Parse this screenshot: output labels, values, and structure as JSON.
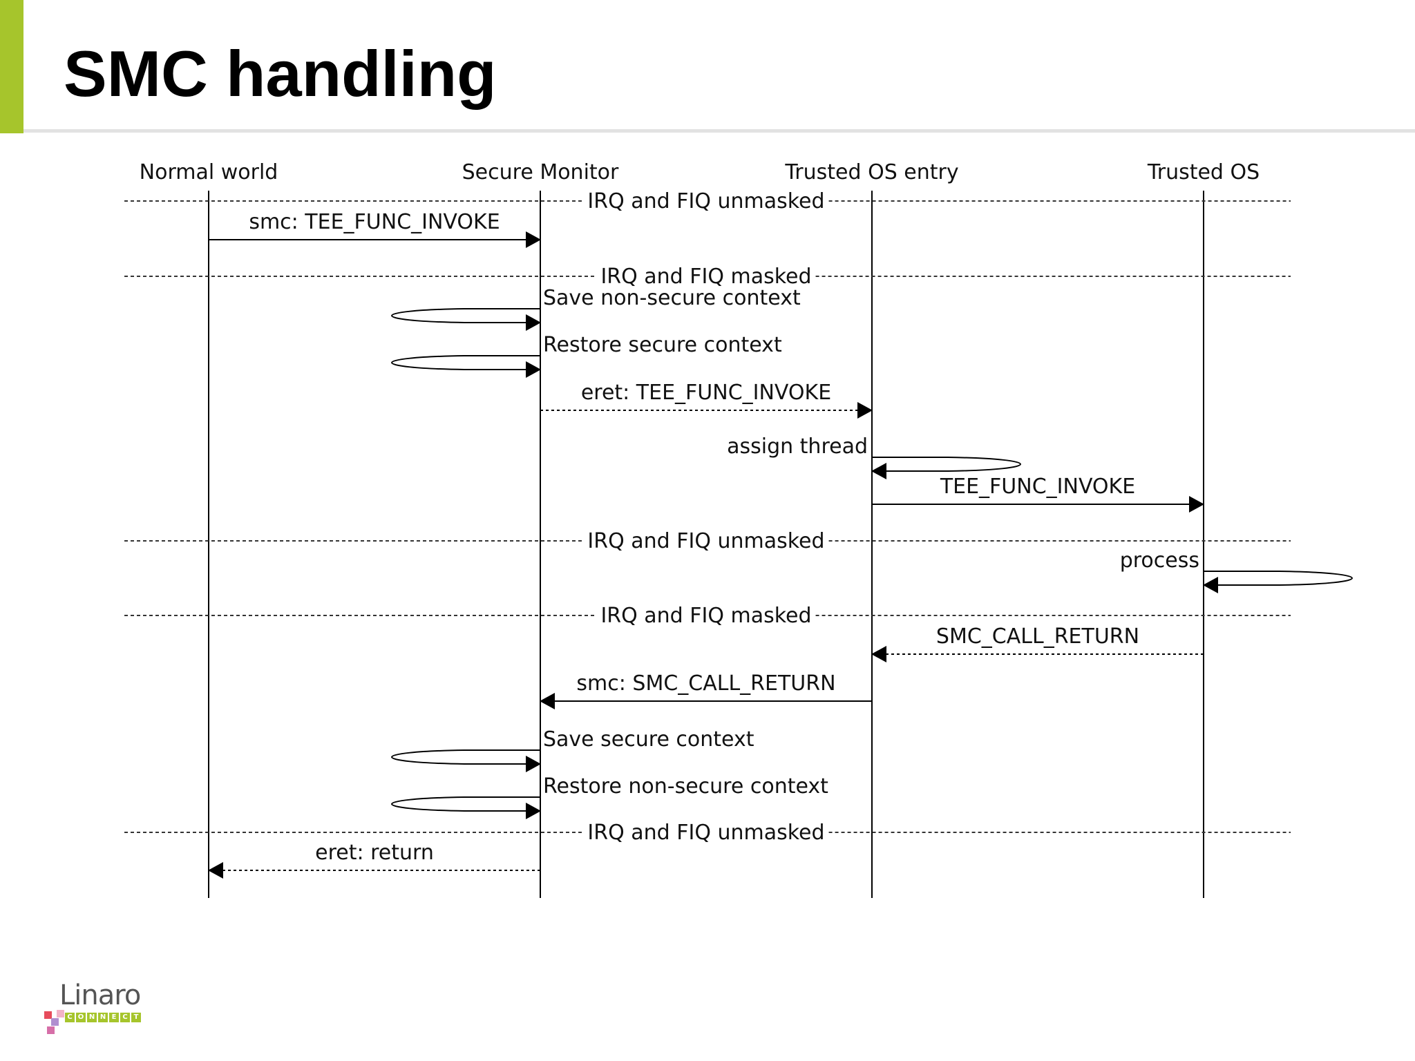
{
  "slide": {
    "title": "SMC handling",
    "accent_color": "#a6c52c"
  },
  "participants": [
    "Normal world",
    "Secure Monitor",
    "Trusted OS entry",
    "Trusted OS"
  ],
  "rows": [
    {
      "kind": "note",
      "text": "IRQ and FIQ unmasked"
    },
    {
      "kind": "message",
      "from": 0,
      "to": 1,
      "style": "solid",
      "text": "smc: TEE_FUNC_INVOKE"
    },
    {
      "kind": "note",
      "text": "IRQ and FIQ masked"
    },
    {
      "kind": "self",
      "at": 1,
      "side": "left",
      "text": "Save non-secure context"
    },
    {
      "kind": "self",
      "at": 1,
      "side": "left",
      "text": "Restore secure context"
    },
    {
      "kind": "message",
      "from": 1,
      "to": 2,
      "style": "dotted",
      "text": "eret: TEE_FUNC_INVOKE"
    },
    {
      "kind": "self",
      "at": 2,
      "side": "right",
      "text": "assign thread"
    },
    {
      "kind": "message",
      "from": 2,
      "to": 3,
      "style": "solid",
      "text": "TEE_FUNC_INVOKE"
    },
    {
      "kind": "note",
      "text": "IRQ and FIQ unmasked"
    },
    {
      "kind": "self",
      "at": 3,
      "side": "right",
      "text": "process"
    },
    {
      "kind": "note",
      "text": "IRQ and FIQ masked"
    },
    {
      "kind": "message",
      "from": 3,
      "to": 2,
      "style": "dotted",
      "text": "SMC_CALL_RETURN"
    },
    {
      "kind": "message",
      "from": 2,
      "to": 1,
      "style": "solid",
      "text": "smc: SMC_CALL_RETURN"
    },
    {
      "kind": "self",
      "at": 1,
      "side": "left",
      "text": "Save secure context"
    },
    {
      "kind": "self",
      "at": 1,
      "side": "left",
      "text": "Restore non-secure context"
    },
    {
      "kind": "note",
      "text": "IRQ and FIQ unmasked"
    },
    {
      "kind": "message",
      "from": 1,
      "to": 0,
      "style": "dotted",
      "text": "eret: return"
    }
  ],
  "logo": {
    "word": "Linaro",
    "sub": "CONNECT",
    "color": "#a6c52c"
  }
}
